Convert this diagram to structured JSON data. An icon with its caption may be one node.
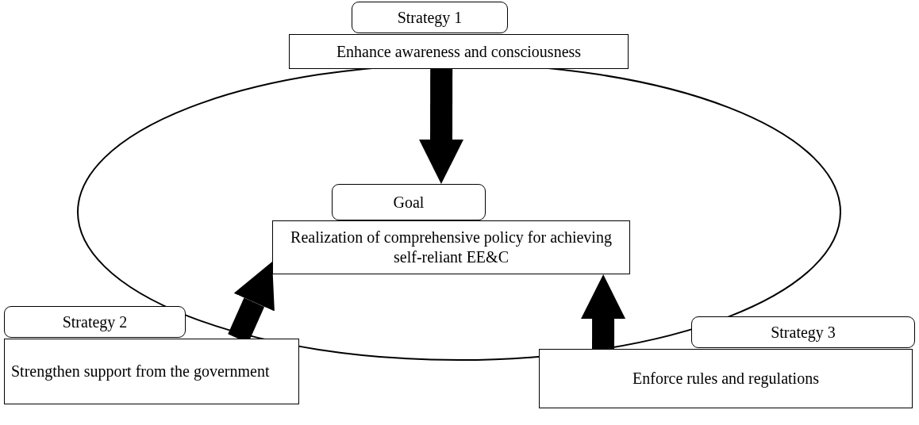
{
  "diagram": {
    "nodes": [
      {
        "text": [],
        "shape": "ellipse"
      },
      {
        "text": [
          "Strategy 1"
        ]
      },
      {
        "text": [
          "Enhance awareness and consciousness"
        ]
      },
      {
        "text": [
          "Goal"
        ],
        "in": 0
      },
      {
        "text": [
          "Realization of comprehensive policy for achieving self-reliant EE&C"
        ],
        "in": 0
      },
      {
        "text": [
          "Strategy 2"
        ]
      },
      {
        "text": [
          "Strengthen support from the government"
        ]
      },
      {
        "text": [
          "Strategy 3"
        ]
      },
      {
        "text": [
          "Enforce rules and regulations"
        ]
      }
    ],
    "edges": [
      {
        "from": 2,
        "to": 3,
        "arrow": "to"
      },
      {
        "from": 6,
        "to": 4,
        "arrow": "to"
      },
      {
        "from": 8,
        "to": 4,
        "arrow": "to"
      }
    ]
  }
}
